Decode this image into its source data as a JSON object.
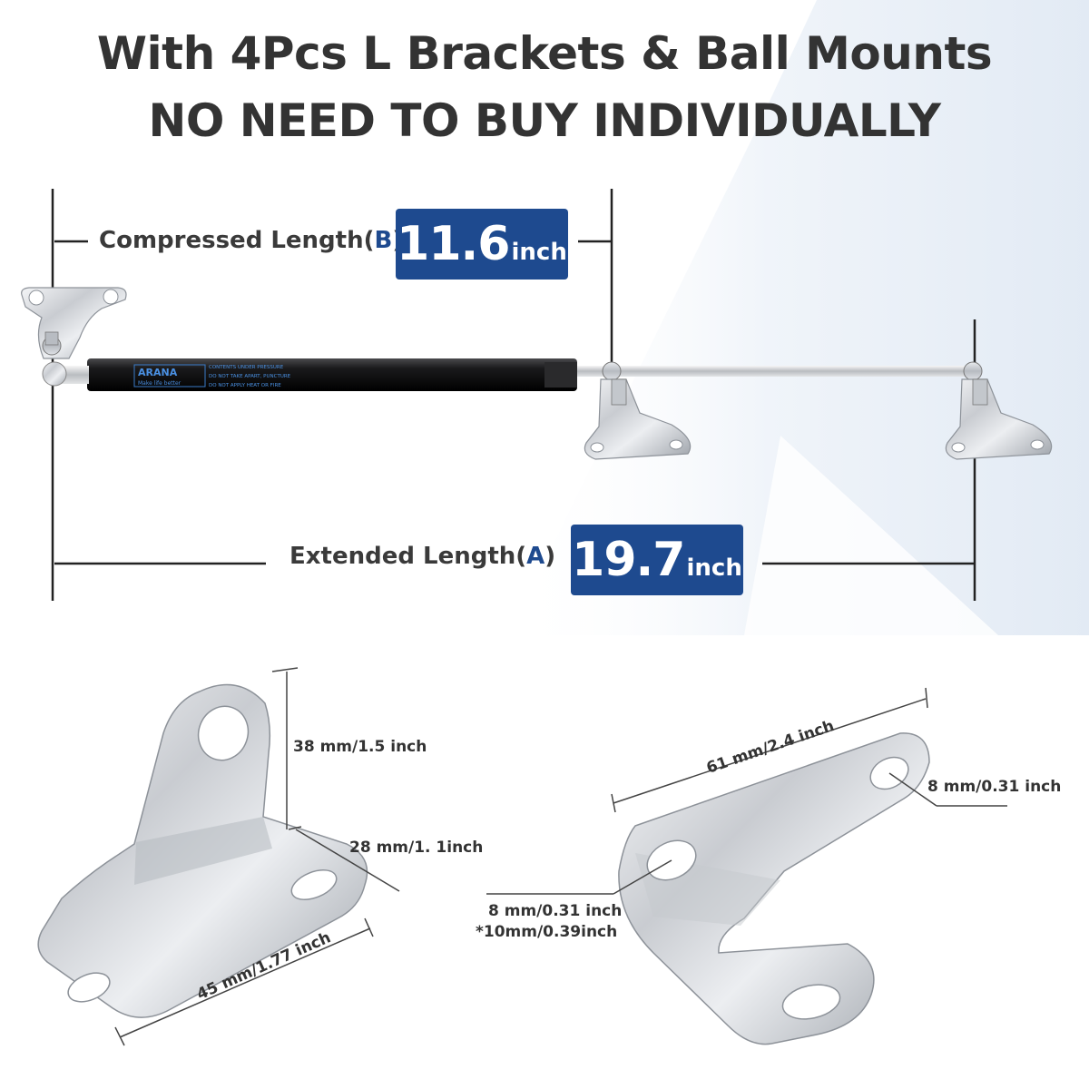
{
  "headline": {
    "line1": "With 4Pcs L Brackets & Ball Mounts",
    "line2": "NO NEED TO BUY INDIVIDUALLY"
  },
  "compressed": {
    "label": "Compressed Length(",
    "letter": "B",
    "close": ")",
    "value": "11.6",
    "unit": "inch"
  },
  "extended": {
    "label": "Extended Length(",
    "letter": "A",
    "close": ")",
    "value": "19.7",
    "unit": "inch"
  },
  "strut": {
    "brand": "ARANA",
    "brand_tagline": "Make life better",
    "warning_lines": [
      "CONTENTS UNDER PRESSURE",
      "DO NOT TAKE APART, PUNCTURE",
      "DO NOT APPLY HEAT OR FIRE"
    ]
  },
  "bracket_left": {
    "height": "38 mm/1.5 inch",
    "depth": "28 mm/1. 1inch",
    "width": "45 mm/1.77 inch"
  },
  "bracket_right": {
    "length": "61 mm/2.4 inch",
    "hole_small": "8 mm/0.31 inch",
    "hole_front": "8 mm/0.31 inch",
    "hole_front_alt": "*10mm/0.39inch"
  },
  "colors": {
    "accent_blue": "#1e4a8f",
    "text_dark": "#333333",
    "bg_light_blue": "#e7eef7"
  }
}
